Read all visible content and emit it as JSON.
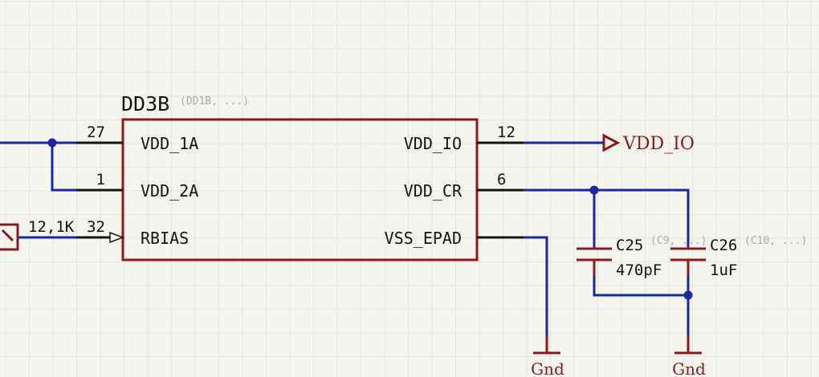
{
  "chip": {
    "ref": "DD3B",
    "alt": "(DD1B, ...)",
    "pins_left": [
      {
        "name": "VDD_1A",
        "num": "27"
      },
      {
        "name": "VDD_2A",
        "num": "1"
      },
      {
        "name": "RBIAS",
        "num": "32"
      }
    ],
    "pins_right": [
      {
        "name": "VDD_IO",
        "num": "12"
      },
      {
        "name": "VDD_CR",
        "num": "6"
      },
      {
        "name": "VSS_EPAD",
        "num": ""
      }
    ]
  },
  "resistor": {
    "value": "12,1K"
  },
  "capacitors": [
    {
      "ref": "C25",
      "alt": "(C9, ...)",
      "value": "470pF"
    },
    {
      "ref": "C26",
      "alt": "(C10, ...)",
      "value": "1uF"
    }
  ],
  "nets": {
    "vdd_io": "VDD_IO",
    "gnd_1": "Gnd",
    "gnd_2": "Gnd"
  },
  "colors": {
    "component": "#8b1a1a",
    "wire": "#1a2a9a",
    "pin": "#141414",
    "background": "#f5f4ef"
  }
}
